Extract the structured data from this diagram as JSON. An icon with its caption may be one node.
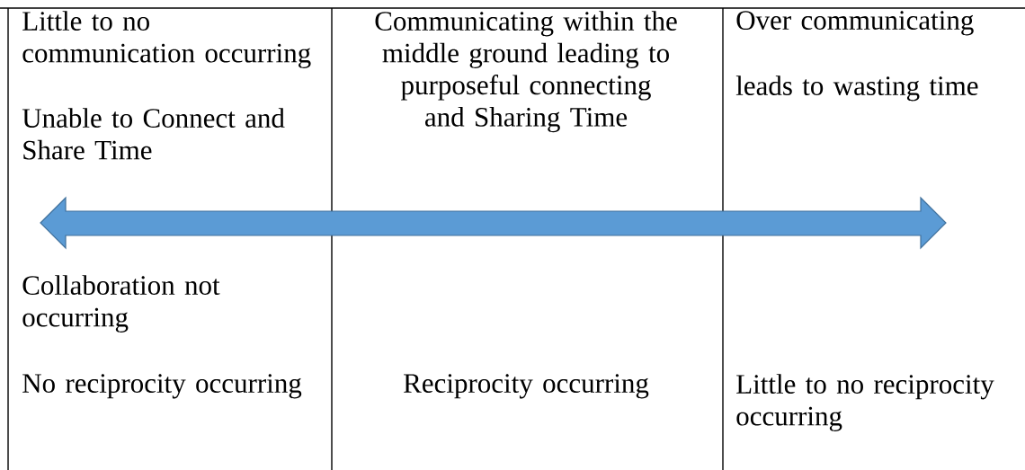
{
  "diagram": {
    "labels": [
      "Little to no communication occurring",
      "Communicating within the middle ground leading to purposeful connecting and Sharing Time",
      "Over communicating",
      "Unable to Connect and Share Time",
      "leads to wasting time",
      "Collaboration not occurring",
      "No reciprocity occurring",
      "Reciprocity occurring",
      "Little to no reciprocity occurring"
    ]
  }
}
